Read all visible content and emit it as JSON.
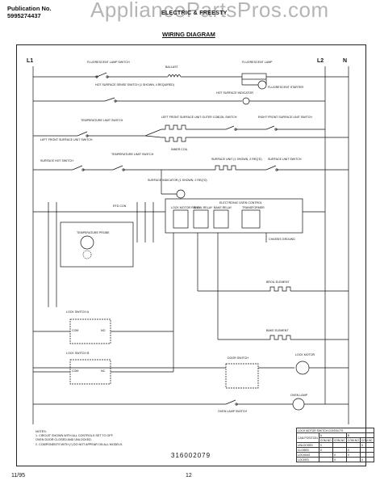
{
  "header": {
    "publication_label": "Publication No.",
    "publication_number": "5995274437",
    "subtitle": "ELECTRIC & FREESTY",
    "diagram_title": "WIRING DIAGRAM"
  },
  "watermark": "AppliancePartsPros.com",
  "rails": {
    "left": "L1",
    "right_l2": "L2",
    "right_n": "N"
  },
  "labels": {
    "fluor_lamp_switch": "FLUORESCENT LAMP SWITCH",
    "ballast": "BALLAST",
    "fluorescent_lamp": "FLUORESCENT LAMP",
    "fluorescent_starter": "FLUORESCENT STARTER",
    "hot_surface_sense": "HOT SURFACE SENSE SWITCH (1 SHOWN, 4 REQUIRED)",
    "hot_surface_indicator": "HOT SURFACE INDICATOR",
    "temp_limit_switch": "TEMPERATURE LIMIT SWITCH",
    "left_front_surface_unit": "LEFT FRONT SURFACE UNIT OUTER COIL",
    "inner_coil": "INNER COIL",
    "coil_switch": "COIL SWITCH",
    "left_front_surface_unit_switch": "LEFT FRONT SURFACE UNIT SWITCH",
    "right_front_switch": "RIGHT FRONT SURFACE UNIT SWITCH",
    "surface_hot_switch": "SURFACE HOT SWITCH",
    "temp_limit_switch_2": "TEMPERATURE LIMIT SWITCH",
    "surface_unit": "SURFACE UNIT (1 SHOWN, 2 REQ'D)",
    "surface_unit_switch": "SURFACE UNIT SWITCH",
    "surface_indicator": "SURFACE INDICATOR (1 SHOWN, 2 REQ'D)",
    "electronic_oven_control": "ELECTRONIC OVEN CONTROL",
    "lock_motor_relay": "LOCK MOTOR RELAY",
    "broil_relay": "BROIL RELAY",
    "bake_relay": "BAKE RELAY",
    "transformer": "TRANSFORMER",
    "rtd_con": "RTD CON",
    "temperature_probe": "TEMPERATURE PROBE",
    "chassis_ground": "CHASSIS GROUND",
    "broil_element": "BROIL ELEMENT",
    "bake_element": "BAKE ELEMENT",
    "lock_switch_a": "LOCK SWITCH A",
    "lock_switch_b": "LOCK SWITCH B",
    "door_switch": "DOOR SWITCH",
    "lock_motor": "LOCK MOTOR",
    "oven_lamp": "OVEN LAMP",
    "oven_lamp_switch": "OVEN LAMP SWITCH",
    "com": "COM",
    "no": "NO",
    "nc": "NC"
  },
  "notes": {
    "heading": "NOTES:",
    "line1": "1. CIRCUIT SHOWN WITH ALL CONTROLS SET TO OFF.",
    "line2": "OVEN DOOR CLOSED AND UNLOCKED.",
    "line3": "2. COMPONENTS WITH (*) DO NOT APPEAR ON ALL MODELS."
  },
  "contacts_table": {
    "title": "LOCK MOTOR SWITCH CONTACTS",
    "col1": "CAM POSITION",
    "col_a": "A",
    "col_b": "B",
    "sub": [
      "COM-NO",
      "COM-NC",
      "COM-NO",
      "COM-NC"
    ],
    "rows": [
      {
        "pos": "UNLOCKED",
        "a1": "X",
        "a2": "",
        "b1": "",
        "b2": "X"
      },
      {
        "pos": "CLOSED",
        "a1": "X",
        "a2": "",
        "b1": "X",
        "b2": ""
      },
      {
        "pos": "LOCKING",
        "a1": "",
        "a2": "X",
        "b1": "X",
        "b2": ""
      },
      {
        "pos": "LOCKED",
        "a1": "",
        "a2": "X",
        "b1": "",
        "b2": "X"
      }
    ]
  },
  "doc_number": "316002079",
  "footer": {
    "date": "11/95",
    "page": "12"
  }
}
